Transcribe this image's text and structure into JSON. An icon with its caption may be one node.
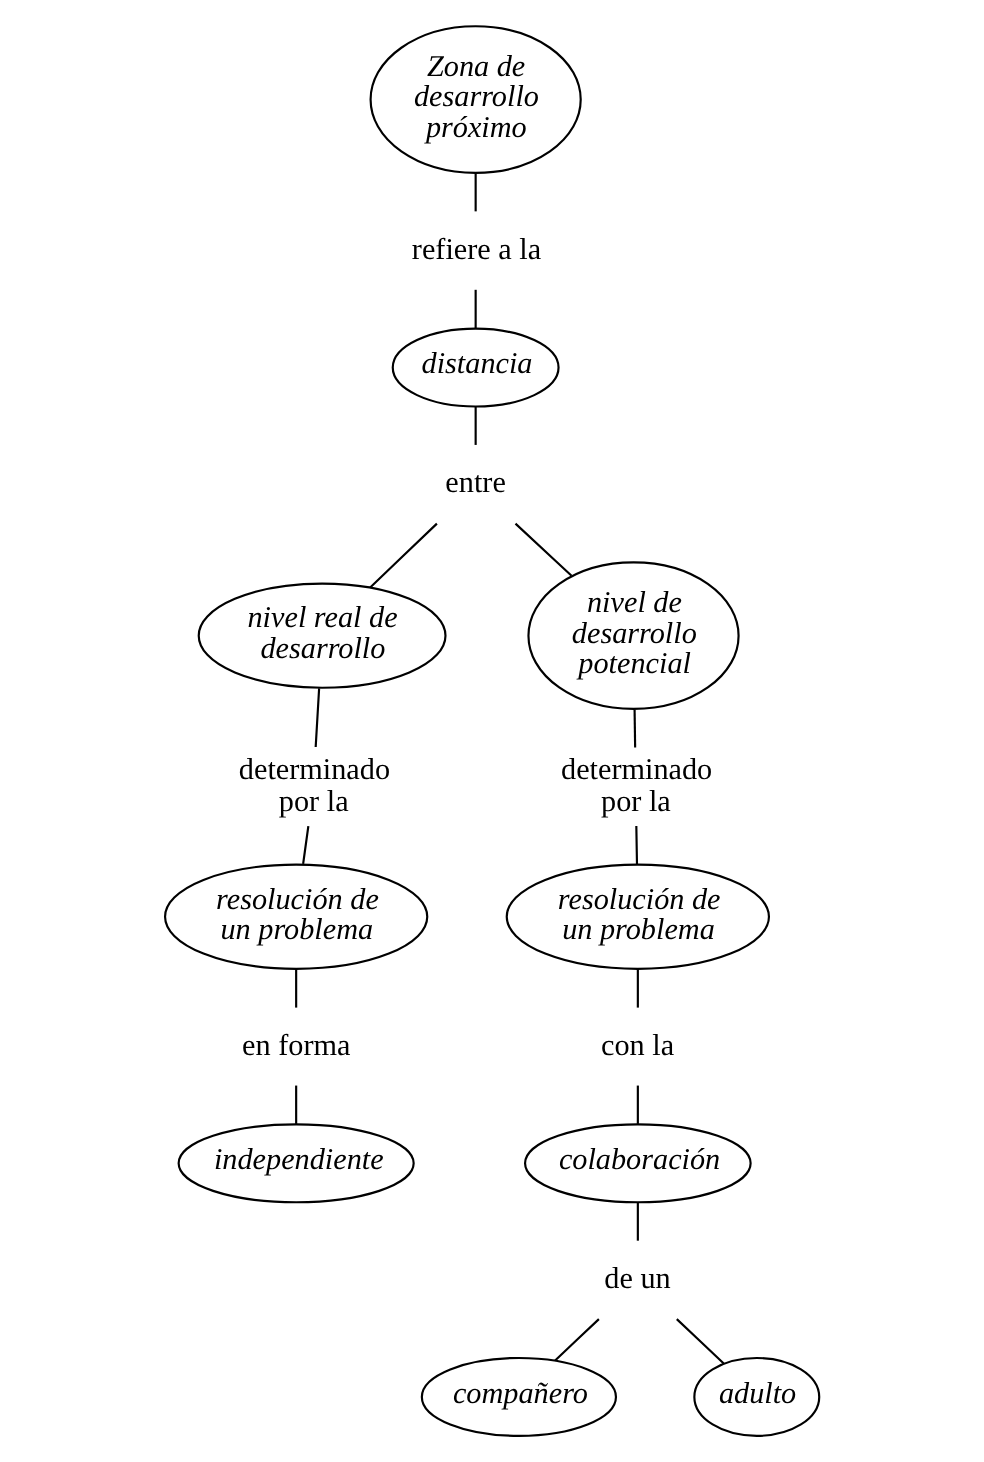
{
  "diagram": {
    "nodes": [
      {
        "text": [
          "Zona de desarrollo próximo"
        ]
      },
      {
        "text": [
          "refiere a la"
        ]
      },
      {
        "text": [
          "distancia"
        ]
      },
      {
        "text": [
          "entre"
        ]
      },
      {
        "text": [
          "nivel real de desarrollo"
        ]
      },
      {
        "text": [
          "nivel de desarrollo potencial"
        ]
      },
      {
        "text": [
          "determinado por la"
        ]
      },
      {
        "text": [
          "determinado por la"
        ]
      },
      {
        "text": [
          "resolución de un problema"
        ]
      },
      {
        "text": [
          "resolución de un problema"
        ]
      },
      {
        "text": [
          "en forma"
        ]
      },
      {
        "text": [
          "con la"
        ]
      },
      {
        "text": [
          "independiente"
        ]
      },
      {
        "text": [
          "colaboración"
        ]
      },
      {
        "text": [
          "de un"
        ]
      },
      {
        "text": [
          "compañero"
        ]
      },
      {
        "text": [
          "adulto"
        ]
      }
    ],
    "edges": [
      {
        "from": 0,
        "to": 1,
        "arrow": "none"
      },
      {
        "from": 1,
        "to": 2,
        "arrow": "none"
      },
      {
        "from": 2,
        "to": 3,
        "arrow": "none"
      },
      {
        "from": 3,
        "to": 4,
        "arrow": "none"
      },
      {
        "from": 3,
        "to": 5,
        "arrow": "none"
      },
      {
        "from": 4,
        "to": 6,
        "arrow": "none"
      },
      {
        "from": 5,
        "to": 7,
        "arrow": "none"
      },
      {
        "from": 6,
        "to": 8,
        "arrow": "none"
      },
      {
        "from": 7,
        "to": 9,
        "arrow": "none"
      },
      {
        "from": 8,
        "to": 10,
        "arrow": "none"
      },
      {
        "from": 9,
        "to": 11,
        "arrow": "none"
      },
      {
        "from": 10,
        "to": 12,
        "arrow": "none"
      },
      {
        "from": 11,
        "to": 13,
        "arrow": "none"
      },
      {
        "from": 13,
        "to": 14,
        "arrow": "none"
      },
      {
        "from": 14,
        "to": 15,
        "arrow": "none"
      },
      {
        "from": 14,
        "to": 16,
        "arrow": "none"
      }
    ]
  }
}
